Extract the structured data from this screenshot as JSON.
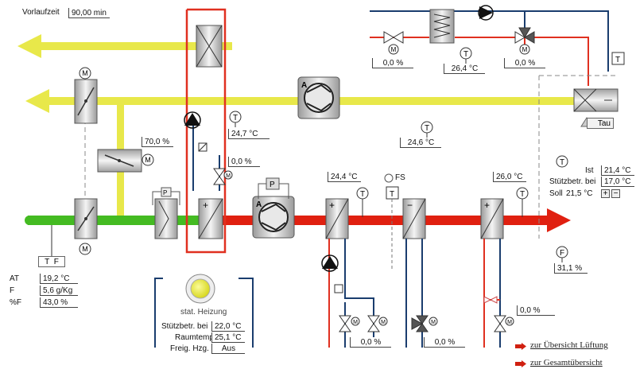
{
  "vorlaufzeit": {
    "label": "Vorlaufzeit",
    "value": "90,00 min"
  },
  "exhaust_damper": {
    "value": "70,0 %"
  },
  "valve_preheater_left": {
    "value": "0,0 %"
  },
  "top_coil": {
    "valve_left": "0,0 %",
    "temperature": "26,4 °C",
    "valve_right": "0,0 %"
  },
  "tau": {
    "label": "Tau"
  },
  "temp_after_recovery": {
    "value": "24,7 °C"
  },
  "temp_exhaust_duct": {
    "value": "24,6 °C"
  },
  "temp_after_heater": {
    "value": "24,4 °C"
  },
  "fs": {
    "label": "FS"
  },
  "temp_supply_after_cooler": {
    "value": "26,0 °C"
  },
  "room_control": {
    "ist_label": "Ist",
    "ist_value": "21,4 °C",
    "stuetz_label": "Stützbetr. bei",
    "stuetz_value": "17,0 °C",
    "soll_label": "Soll",
    "soll_value": "21,5 °C",
    "plus": "+",
    "minus": "−"
  },
  "humidity_supply": {
    "value": "31,1 %"
  },
  "outside": {
    "sensors": [
      "T",
      "F"
    ],
    "rows": [
      {
        "label": "AT",
        "value": "19,2 °C"
      },
      {
        "label": "F",
        "value": "5,6 g/Kg"
      },
      {
        "label": "%F",
        "value": "43,0 %"
      }
    ]
  },
  "heating": {
    "title": "stat. Heizung",
    "rows": [
      {
        "label": "Stützbetr. bei",
        "value": "22,0 °C"
      },
      {
        "label": "Raumtemp.",
        "value": "25,1 °C"
      },
      {
        "label": "Freig. Hzg.",
        "value": "Aus"
      }
    ]
  },
  "valve_heater": {
    "value": "0,0 %"
  },
  "valve_cooler": {
    "value": "0,0 %"
  },
  "valve_reheater": {
    "value": "0,0 %"
  },
  "symbols": {
    "temp": "T",
    "motor": "M",
    "pressure": "P",
    "humidity": "F",
    "auto": "A",
    "plus": "+",
    "minus": "−"
  },
  "links": [
    {
      "label": "zur Übersicht Lüftung"
    },
    {
      "label": "zur Gesamtübersicht"
    }
  ],
  "colors": {
    "extract_air": "#e8e84a",
    "outside_air": "#44bb22",
    "supply_air": "#e02010",
    "heating_pipe": "#e03020",
    "water_pipe": "#1a3d6e"
  }
}
